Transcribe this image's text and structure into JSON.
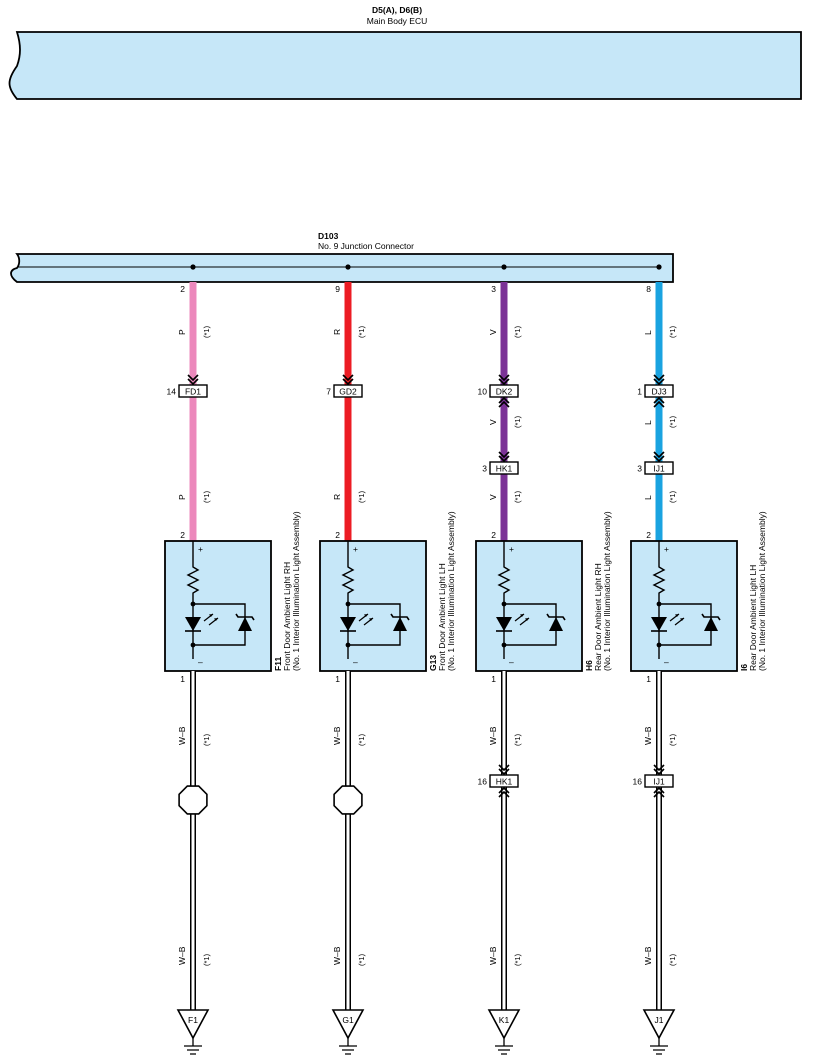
{
  "main_ecu": {
    "codes": "D5(A), D6(B)",
    "name": "Main Body ECU"
  },
  "junction": {
    "code": "D103",
    "name": "No.  9 Junction Connector"
  },
  "note_mark": "(*1)",
  "circuits": [
    {
      "color": "#ec88bc",
      "wire_top": "P",
      "junction_pin": "2",
      "connectors": [
        {
          "label": "FD1",
          "pin": "14",
          "type": "single"
        }
      ],
      "device_pin_plus": "2",
      "device_pin_minus": "1",
      "device_code": "F11",
      "device_name": "Front Door Ambient Light RH",
      "device_sub": "(No.  1 Interior Illumination Light Assembly)",
      "wire_bottom": "W–B",
      "lower_kind": "octagon",
      "ground": "F1"
    },
    {
      "color": "#ec1c24",
      "wire_top": "R",
      "junction_pin": "9",
      "connectors": [
        {
          "label": "GD2",
          "pin": "7",
          "type": "single"
        }
      ],
      "device_pin_plus": "2",
      "device_pin_minus": "1",
      "device_code": "G13",
      "device_name": "Front Door Ambient Light LH",
      "device_sub": "(No.  1 Interior Illumination Light Assembly)",
      "wire_bottom": "W–B",
      "lower_kind": "octagon",
      "ground": "G1"
    },
    {
      "color": "#7b3296",
      "wire_top": "V",
      "junction_pin": "3",
      "connectors": [
        {
          "label": "DK2",
          "pin": "10",
          "type": "double"
        },
        {
          "label": "HK1",
          "pin": "3",
          "type": "single"
        }
      ],
      "device_pin_plus": "2",
      "device_pin_minus": "1",
      "device_code": "H6",
      "device_name": "Rear Door Ambient Light RH",
      "device_sub": "(No.  1 Interior Illumination Light Assembly)",
      "wire_bottom": "W–B",
      "lower_kind": "connector",
      "lower_connector": {
        "label": "HK1",
        "pin": "16"
      },
      "ground": "K1"
    },
    {
      "color": "#1aa3e0",
      "wire_top": "L",
      "junction_pin": "8",
      "connectors": [
        {
          "label": "DJ3",
          "pin": "1",
          "type": "double"
        },
        {
          "label": "IJ1",
          "pin": "3",
          "type": "single"
        }
      ],
      "device_pin_plus": "2",
      "device_pin_minus": "1",
      "device_code": "I6",
      "device_name": "Rear Door Ambient Light LH",
      "device_sub": "(No.  1 Interior Illumination Light Assembly)",
      "wire_bottom": "W–B",
      "lower_kind": "connector",
      "lower_connector": {
        "label": "IJ1",
        "pin": "16"
      },
      "ground": "J1"
    }
  ]
}
